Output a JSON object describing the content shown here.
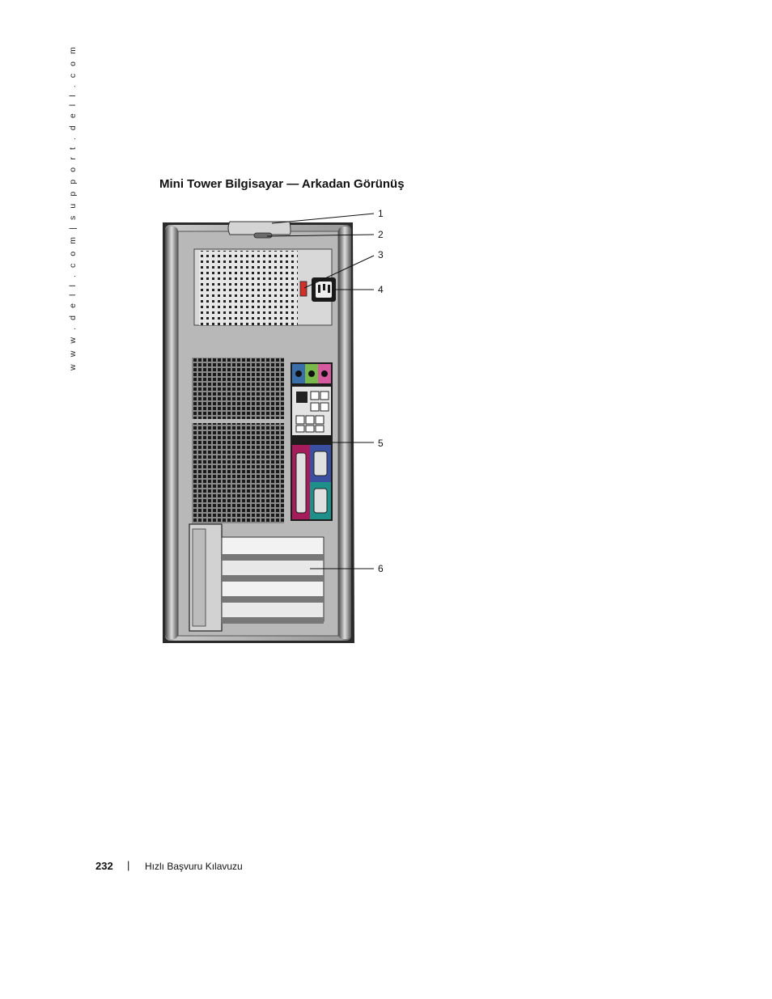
{
  "side_url": "w w w . d e l l . c o m  |  s u p p o r t . d e l l . c o m",
  "title": "Mini Tower Bilgisayar — Arkadan Görünüş",
  "callouts": [
    "1",
    "2",
    "3",
    "4",
    "5",
    "6"
  ],
  "footer": {
    "page_number": "232",
    "separator": "|",
    "text": "Hızlı Başvuru Kılavuzu"
  }
}
